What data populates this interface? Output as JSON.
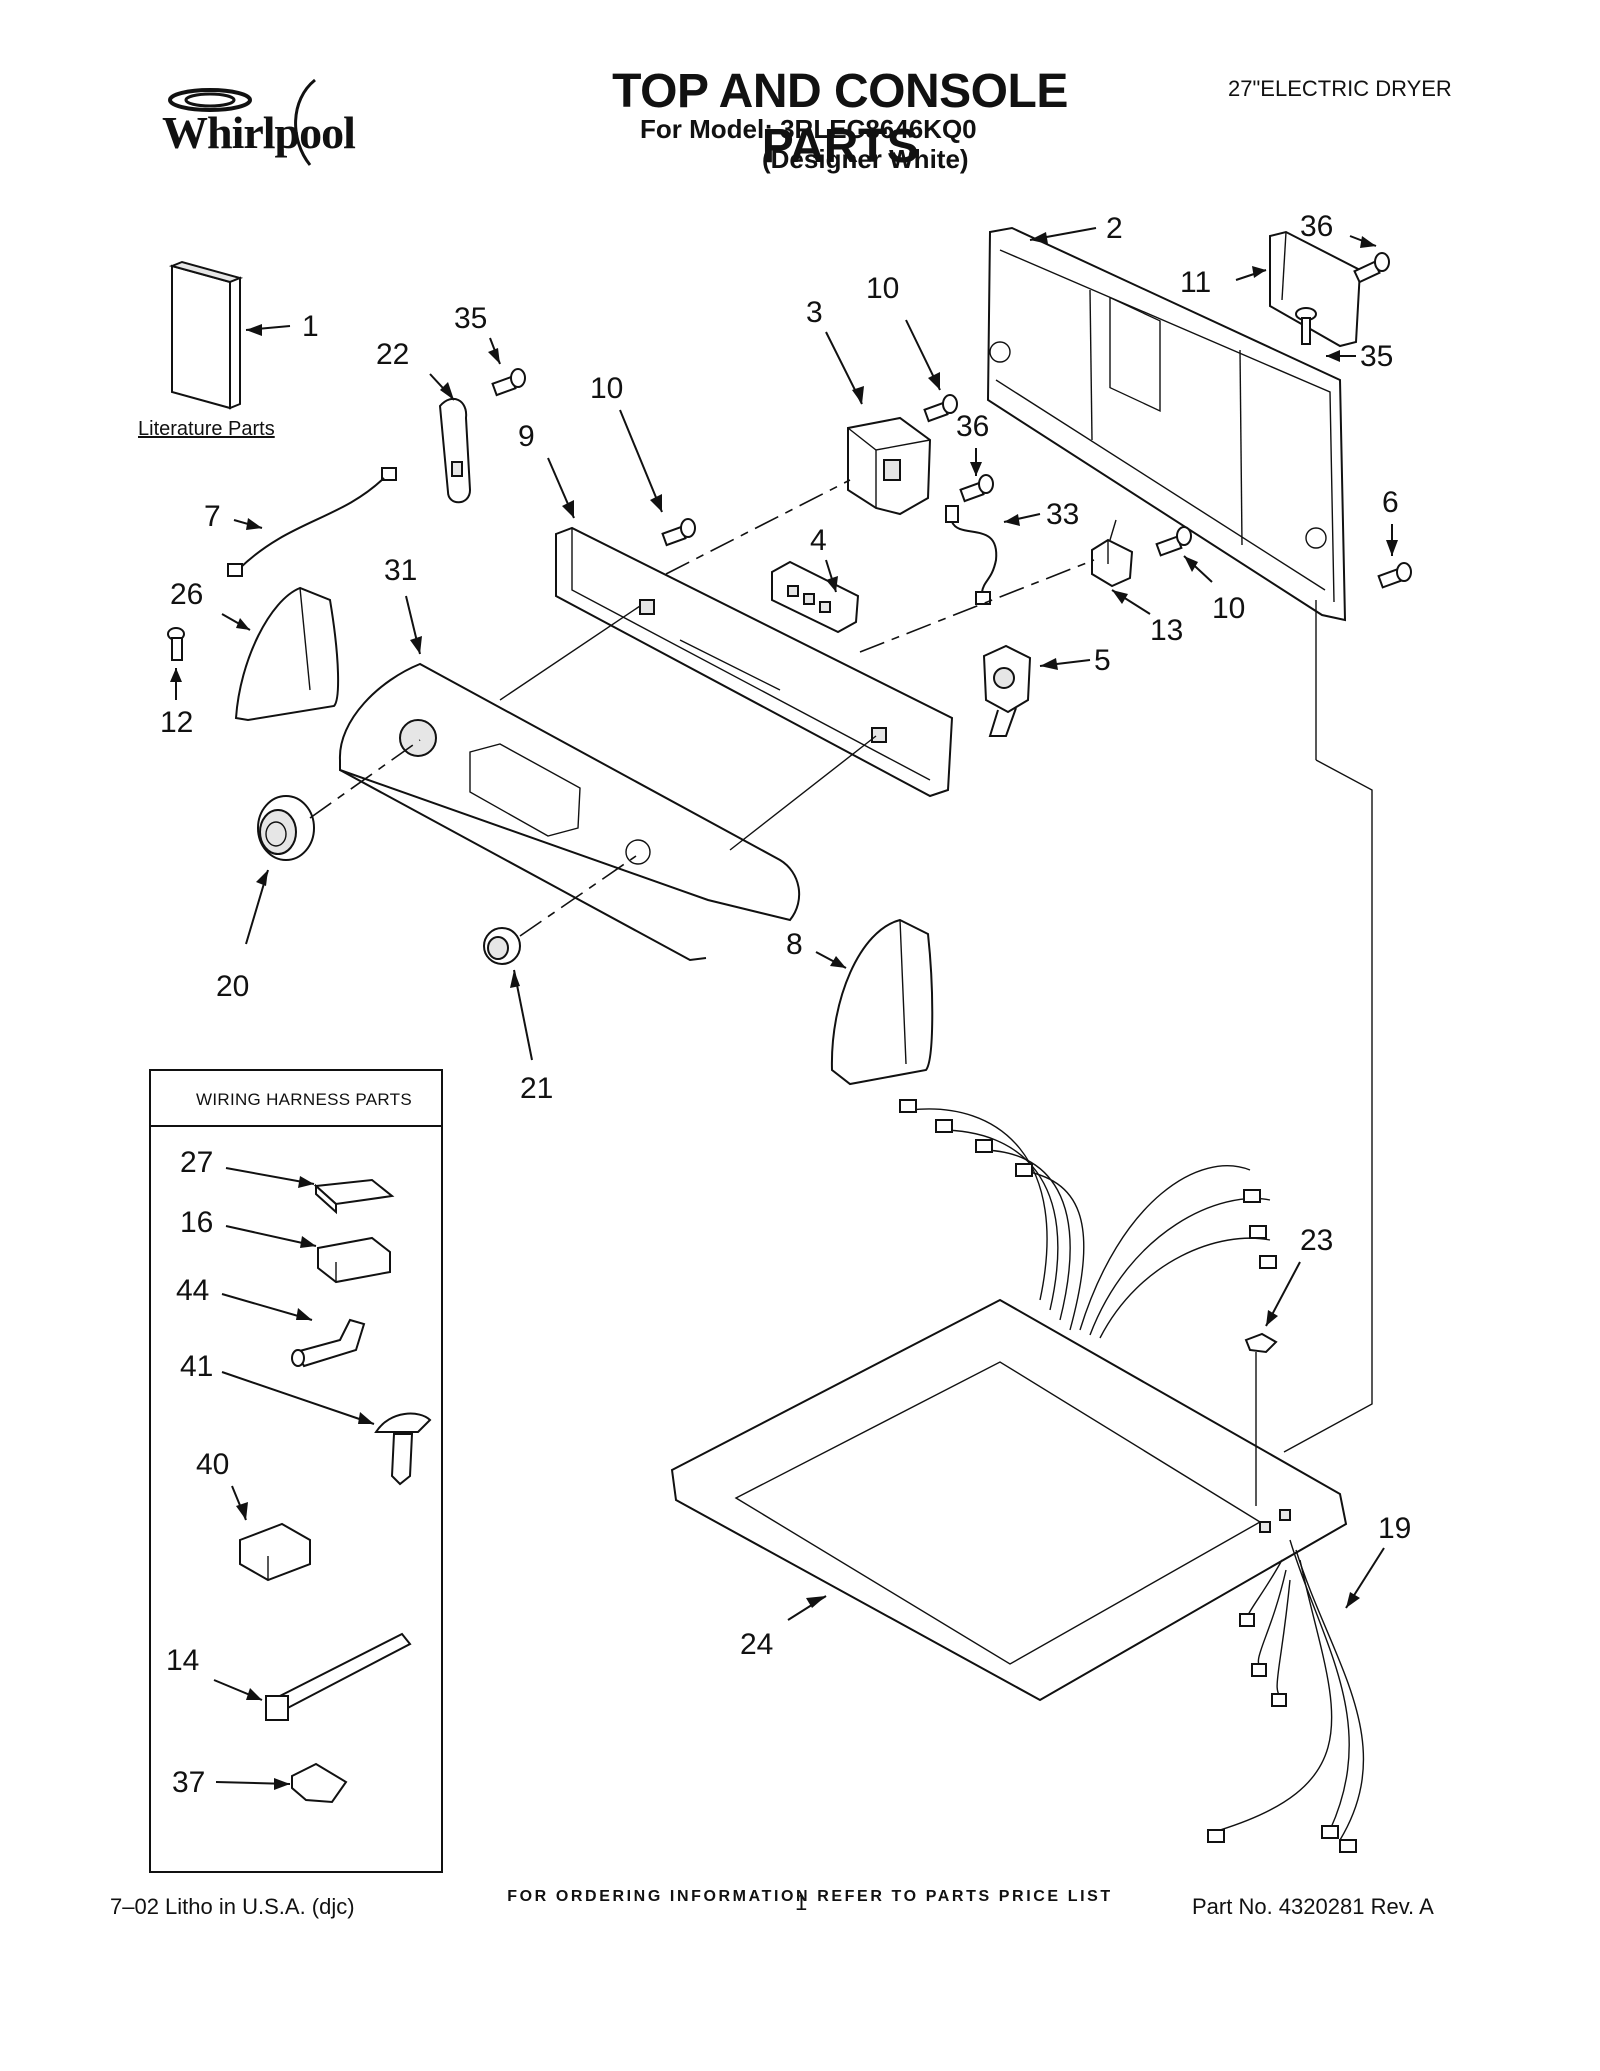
{
  "brand": {
    "logo_name": "Whirlpool"
  },
  "header": {
    "title": "TOP AND CONSOLE PARTS",
    "model_line": "For Model: 3RLEC8646KQ0",
    "variant_line": "(Designer White)",
    "product_type": "27\"ELECTRIC DRYER"
  },
  "literature": {
    "label": "Literature Parts"
  },
  "wiring_box": {
    "title": "WIRING HARNESS PARTS"
  },
  "callouts": {
    "c1": "1",
    "c2": "2",
    "c3": "3",
    "c4": "4",
    "c5": "5",
    "c6": "6",
    "c7": "7",
    "c8": "8",
    "c9": "9",
    "c10a": "10",
    "c10b": "10",
    "c10c": "10",
    "c11": "11",
    "c12": "12",
    "c13": "13",
    "c19": "19",
    "c20": "20",
    "c21": "21",
    "c22": "22",
    "c23": "23",
    "c24": "24",
    "c26": "26",
    "c31": "31",
    "c33": "33",
    "c35a": "35",
    "c35b": "35",
    "c36a": "36",
    "c36b": "36",
    "w27": "27",
    "w16": "16",
    "w44": "44",
    "w41": "41",
    "w40": "40",
    "w14": "14",
    "w37": "37"
  },
  "footer": {
    "ordering_note": "FOR ORDERING INFORMATION REFER TO PARTS PRICE LIST",
    "litho": "7–02 Litho in U.S.A. (djc)",
    "page": "1",
    "part_no": "Part No. 4320281 Rev. A"
  }
}
